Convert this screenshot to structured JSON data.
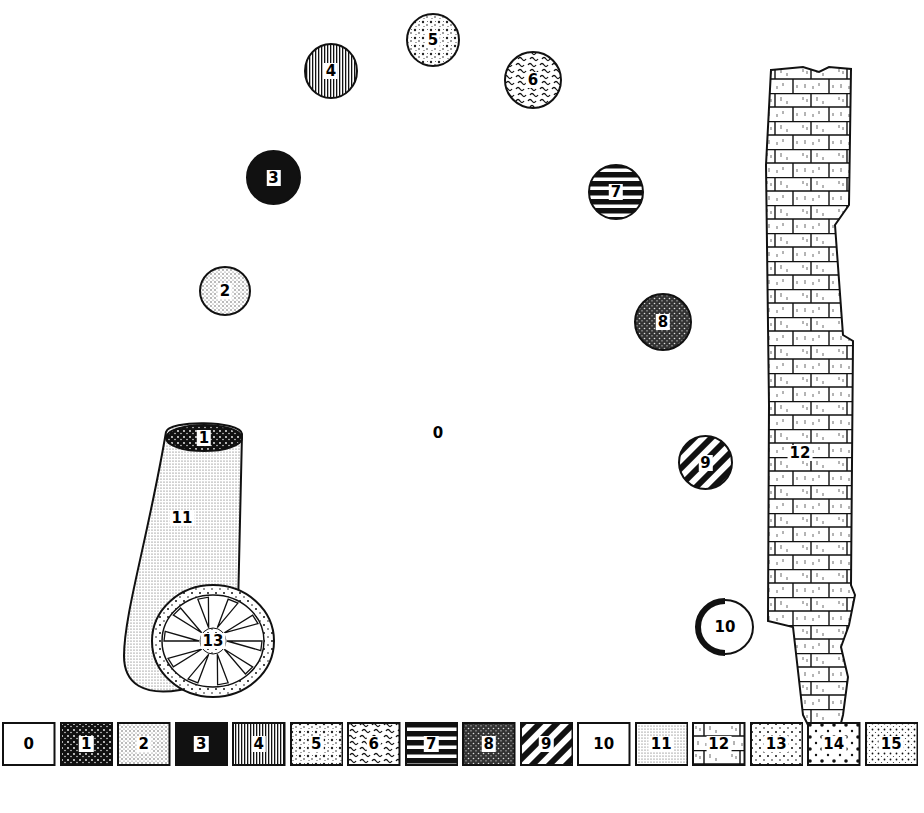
{
  "diagram": {
    "nodes": [
      {
        "text": [
          "5"
        ]
      },
      {
        "text": [
          "4"
        ]
      },
      {
        "text": [
          "6"
        ]
      },
      {
        "text": [
          "3"
        ]
      },
      {
        "text": [
          "7"
        ]
      },
      {
        "text": [
          "2"
        ]
      },
      {
        "text": [
          "8"
        ]
      },
      {
        "text": [
          "11"
        ]
      },
      {
        "text": [
          "1"
        ],
        "in": 7
      },
      {
        "text": [
          "12"
        ]
      },
      {
        "text": [
          "9"
        ]
      },
      {
        "text": [
          "10"
        ]
      },
      {
        "text": [
          "13"
        ]
      }
    ],
    "labels": [
      "0"
    ],
    "legend": [
      {
        "text": "0",
        "color": "#ffffff"
      },
      {
        "text": "1"
      },
      {
        "text": "2"
      },
      {
        "text": "3",
        "color": "#111111"
      },
      {
        "text": "4"
      },
      {
        "text": "5"
      },
      {
        "text": "6"
      },
      {
        "text": "7"
      },
      {
        "text": "8"
      },
      {
        "text": "9"
      },
      {
        "text": "10"
      },
      {
        "text": "11"
      },
      {
        "text": "12"
      },
      {
        "text": "13"
      },
      {
        "text": "14"
      },
      {
        "text": "15"
      }
    ]
  }
}
